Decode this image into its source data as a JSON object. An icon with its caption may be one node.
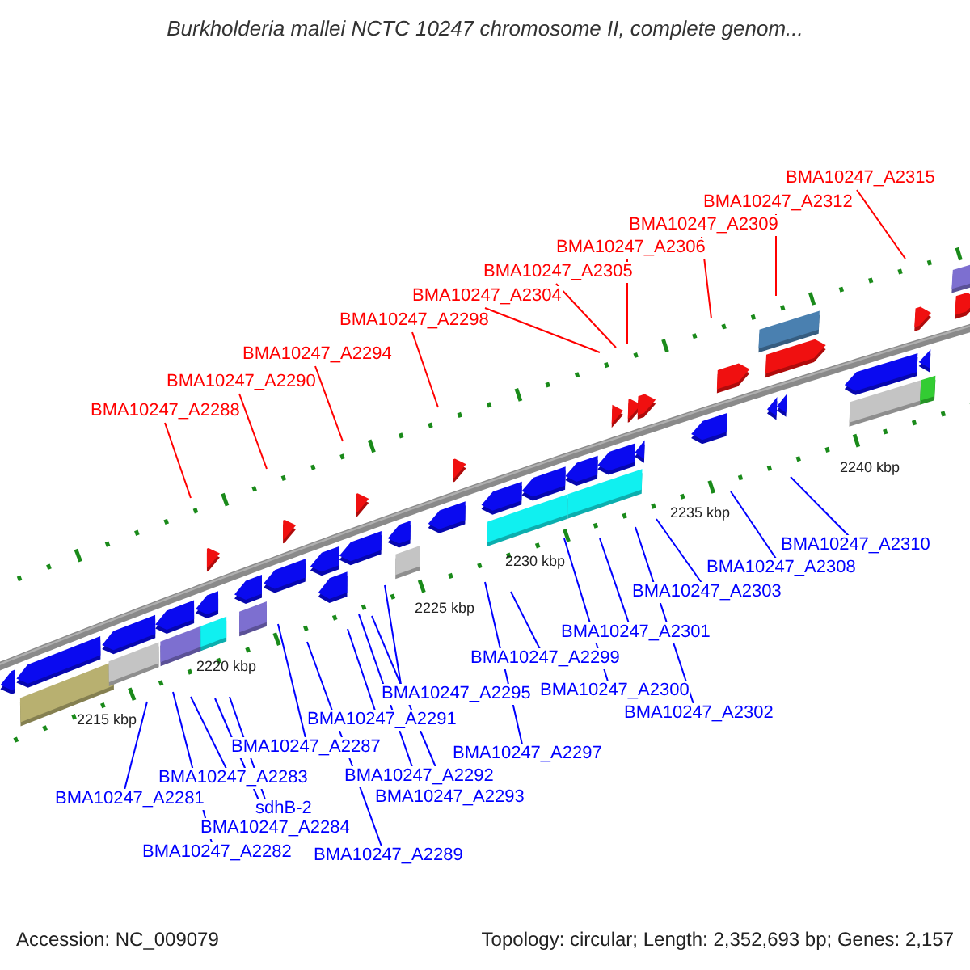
{
  "diagram": {
    "title": "Burkholderia mallei NCTC 10247 chromosome II, complete genom...",
    "nodes": [
      {
        "text": [
          "BMA10247_A2315"
        ]
      },
      {
        "text": [
          "BMA10247_A2312"
        ]
      },
      {
        "text": [
          "BMA10247_A2309"
        ]
      },
      {
        "text": [
          "BMA10247_A2306"
        ]
      },
      {
        "text": [
          "BMA10247_A2305"
        ]
      },
      {
        "text": [
          "BMA10247_A2304"
        ]
      },
      {
        "text": [
          "BMA10247_A2298"
        ]
      },
      {
        "text": [
          "BMA10247_A2294"
        ]
      },
      {
        "text": [
          "BMA10247_A2290"
        ]
      },
      {
        "text": [
          "BMA10247_A2288"
        ]
      },
      {
        "text": [
          "BMA10247_A2310"
        ]
      },
      {
        "text": [
          "BMA10247_A2308"
        ]
      },
      {
        "text": [
          "BMA10247_A2303"
        ]
      },
      {
        "text": [
          "BMA10247_A2301"
        ]
      },
      {
        "text": [
          "BMA10247_A2299"
        ]
      },
      {
        "text": [
          "BMA10247_A2300"
        ]
      },
      {
        "text": [
          "BMA10247_A2295"
        ]
      },
      {
        "text": [
          "BMA10247_A2302"
        ]
      },
      {
        "text": [
          "BMA10247_A2291"
        ]
      },
      {
        "text": [
          "BMA10247_A2287"
        ]
      },
      {
        "text": [
          "BMA10247_A2297"
        ]
      },
      {
        "text": [
          "BMA10247_A2292"
        ]
      },
      {
        "text": [
          "BMA10247_A2283"
        ]
      },
      {
        "text": [
          "BMA10247_A2293"
        ]
      },
      {
        "text": [
          "BMA10247_A2281"
        ]
      },
      {
        "text": [
          "sdhB-2"
        ]
      },
      {
        "text": [
          "BMA10247_A2284"
        ]
      },
      {
        "text": [
          "BMA10247_A2282"
        ]
      },
      {
        "text": [
          "BMA10247_A2289"
        ]
      }
    ],
    "edges": [
      {
        "from": 0,
        "to": null,
        "arrow": "none",
        "color": "#ff0000"
      },
      {
        "from": 1,
        "to": null,
        "arrow": "none",
        "color": "#ff0000"
      },
      {
        "from": 2,
        "to": null,
        "arrow": "none",
        "color": "#ff0000"
      },
      {
        "from": 3,
        "to": null,
        "arrow": "none",
        "color": "#ff0000"
      },
      {
        "from": 4,
        "to": null,
        "arrow": "none",
        "color": "#ff0000"
      },
      {
        "from": 5,
        "to": null,
        "arrow": "none",
        "color": "#ff0000"
      },
      {
        "from": 6,
        "to": null,
        "arrow": "none",
        "color": "#ff0000"
      },
      {
        "from": 7,
        "to": null,
        "arrow": "none",
        "color": "#ff0000"
      },
      {
        "from": 8,
        "to": null,
        "arrow": "none",
        "color": "#ff0000"
      },
      {
        "from": 9,
        "to": null,
        "arrow": "none",
        "color": "#ff0000"
      },
      {
        "from": 10,
        "to": null,
        "arrow": "none"
      },
      {
        "from": 11,
        "to": null,
        "arrow": "none"
      },
      {
        "from": 12,
        "to": null,
        "arrow": "none"
      },
      {
        "from": 13,
        "to": null,
        "arrow": "none"
      },
      {
        "from": 14,
        "to": null,
        "arrow": "none"
      },
      {
        "from": 15,
        "to": null,
        "arrow": "none"
      },
      {
        "from": 16,
        "to": null,
        "arrow": "none"
      },
      {
        "from": 17,
        "to": null,
        "arrow": "none"
      },
      {
        "from": 18,
        "to": null,
        "arrow": "none"
      },
      {
        "from": 19,
        "to": null,
        "arrow": "none"
      },
      {
        "from": 20,
        "to": null,
        "arrow": "none"
      },
      {
        "from": 21,
        "to": null,
        "arrow": "none"
      },
      {
        "from": 22,
        "to": null,
        "arrow": "none"
      },
      {
        "from": 23,
        "to": null,
        "arrow": "none"
      },
      {
        "from": 24,
        "to": null,
        "arrow": "none"
      },
      {
        "from": 25,
        "to": null,
        "arrow": "none"
      },
      {
        "from": 26,
        "to": null,
        "arrow": "none"
      },
      {
        "from": 27,
        "to": null,
        "arrow": "none"
      },
      {
        "from": 28,
        "to": null,
        "arrow": "none"
      }
    ],
    "labels": [
      "2215 kbp",
      "2220 kbp",
      "2225 kbp",
      "2230 kbp",
      "2235 kbp",
      "2240 kbp",
      "Accession: NC_009079",
      "Topology: circular; Length: 2,352,693 bp; Genes: 2,157"
    ]
  }
}
